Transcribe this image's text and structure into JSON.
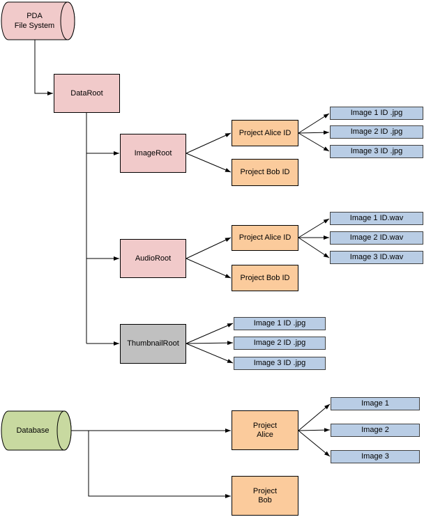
{
  "colors": {
    "pink": "#f1caca",
    "orange": "#fbcb9c",
    "blue": "#b9cde5",
    "gray": "#c0c0c0",
    "green": "#c8d9a0",
    "line": "#000000"
  },
  "file_system_tree": {
    "pda": {
      "line1": "PDA",
      "line2": "File System"
    },
    "data_root": "DataRoot",
    "image_root": "ImageRoot",
    "audio_root": "AudioRoot",
    "thumbnail_root": "ThumbnailRoot",
    "image_projects": {
      "alice": "Project Alice ID",
      "bob": "Project Bob ID"
    },
    "image_files": [
      "Image 1 ID .jpg",
      "Image 2 ID .jpg",
      "Image 3 ID .jpg"
    ],
    "audio_projects": {
      "alice": "Project Alice ID",
      "bob": "Project Bob ID"
    },
    "audio_files": [
      "Image 1 ID.wav",
      "Image 2 ID.wav",
      "Image 3 ID.wav"
    ],
    "thumbnail_files": [
      "Image 1 ID .jpg",
      "Image 2 ID .jpg",
      "Image 3 ID .jpg"
    ]
  },
  "database_tree": {
    "database": "Database",
    "project_alice": {
      "line1": "Project",
      "line2": "Alice"
    },
    "project_bob": {
      "line1": "Project",
      "line2": "Bob"
    },
    "images": [
      "Image 1",
      "Image 2",
      "Image 3"
    ]
  }
}
